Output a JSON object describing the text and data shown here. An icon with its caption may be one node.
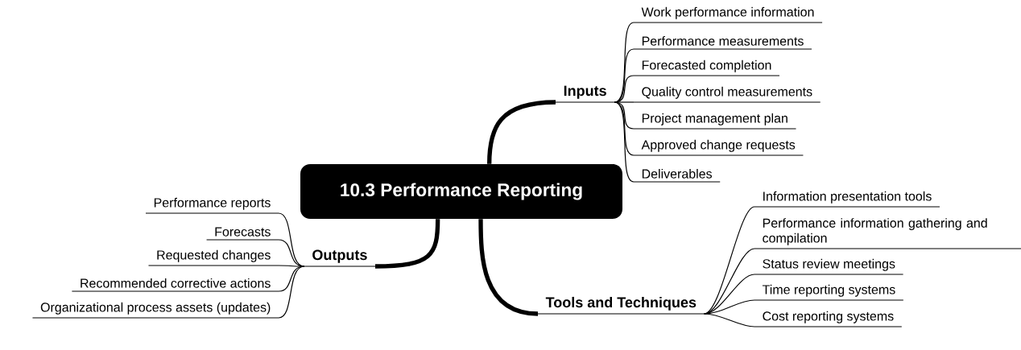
{
  "diagram": {
    "nodes": [
      {
        "text": [
          "10.3 Performance Reporting"
        ]
      },
      {
        "text": [
          "Inputs"
        ]
      },
      {
        "text": [
          "Work performance information"
        ]
      },
      {
        "text": [
          "Performance measurements"
        ]
      },
      {
        "text": [
          "Forecasted completion"
        ]
      },
      {
        "text": [
          "Quality control measurements"
        ]
      },
      {
        "text": [
          "Project management plan"
        ]
      },
      {
        "text": [
          "Approved change requests"
        ]
      },
      {
        "text": [
          "Deliverables"
        ]
      },
      {
        "text": [
          "Outputs"
        ]
      },
      {
        "text": [
          "Performance reports"
        ]
      },
      {
        "text": [
          "Forecasts"
        ]
      },
      {
        "text": [
          "Requested changes"
        ]
      },
      {
        "text": [
          "Recommended corrective actions"
        ]
      },
      {
        "text": [
          "Organizational process assets (updates)"
        ]
      },
      {
        "text": [
          "Tools and Techniques"
        ]
      },
      {
        "text": [
          "Information presentation tools"
        ]
      },
      {
        "text": [
          "Performance information gathering and compilation"
        ]
      },
      {
        "text": [
          "Status review meetings"
        ]
      },
      {
        "text": [
          "Time reporting systems"
        ]
      },
      {
        "text": [
          "Cost reporting systems"
        ]
      }
    ],
    "edges": [
      {
        "from": 0,
        "to": 1,
        "arrow": "none",
        "style": "thick"
      },
      {
        "from": 1,
        "to": 2,
        "arrow": "none"
      },
      {
        "from": 1,
        "to": 3,
        "arrow": "none"
      },
      {
        "from": 1,
        "to": 4,
        "arrow": "none"
      },
      {
        "from": 1,
        "to": 5,
        "arrow": "none"
      },
      {
        "from": 1,
        "to": 6,
        "arrow": "none"
      },
      {
        "from": 1,
        "to": 7,
        "arrow": "none"
      },
      {
        "from": 1,
        "to": 8,
        "arrow": "none"
      },
      {
        "from": 0,
        "to": 9,
        "arrow": "none",
        "style": "thick"
      },
      {
        "from": 9,
        "to": 10,
        "arrow": "none"
      },
      {
        "from": 9,
        "to": 11,
        "arrow": "none"
      },
      {
        "from": 9,
        "to": 12,
        "arrow": "none"
      },
      {
        "from": 9,
        "to": 13,
        "arrow": "none"
      },
      {
        "from": 9,
        "to": 14,
        "arrow": "none"
      },
      {
        "from": 0,
        "to": 15,
        "arrow": "none",
        "style": "thick"
      },
      {
        "from": 15,
        "to": 16,
        "arrow": "none"
      },
      {
        "from": 15,
        "to": 17,
        "arrow": "none"
      },
      {
        "from": 15,
        "to": 18,
        "arrow": "none"
      },
      {
        "from": 15,
        "to": 19,
        "arrow": "none"
      },
      {
        "from": 15,
        "to": 20,
        "arrow": "none"
      }
    ]
  }
}
